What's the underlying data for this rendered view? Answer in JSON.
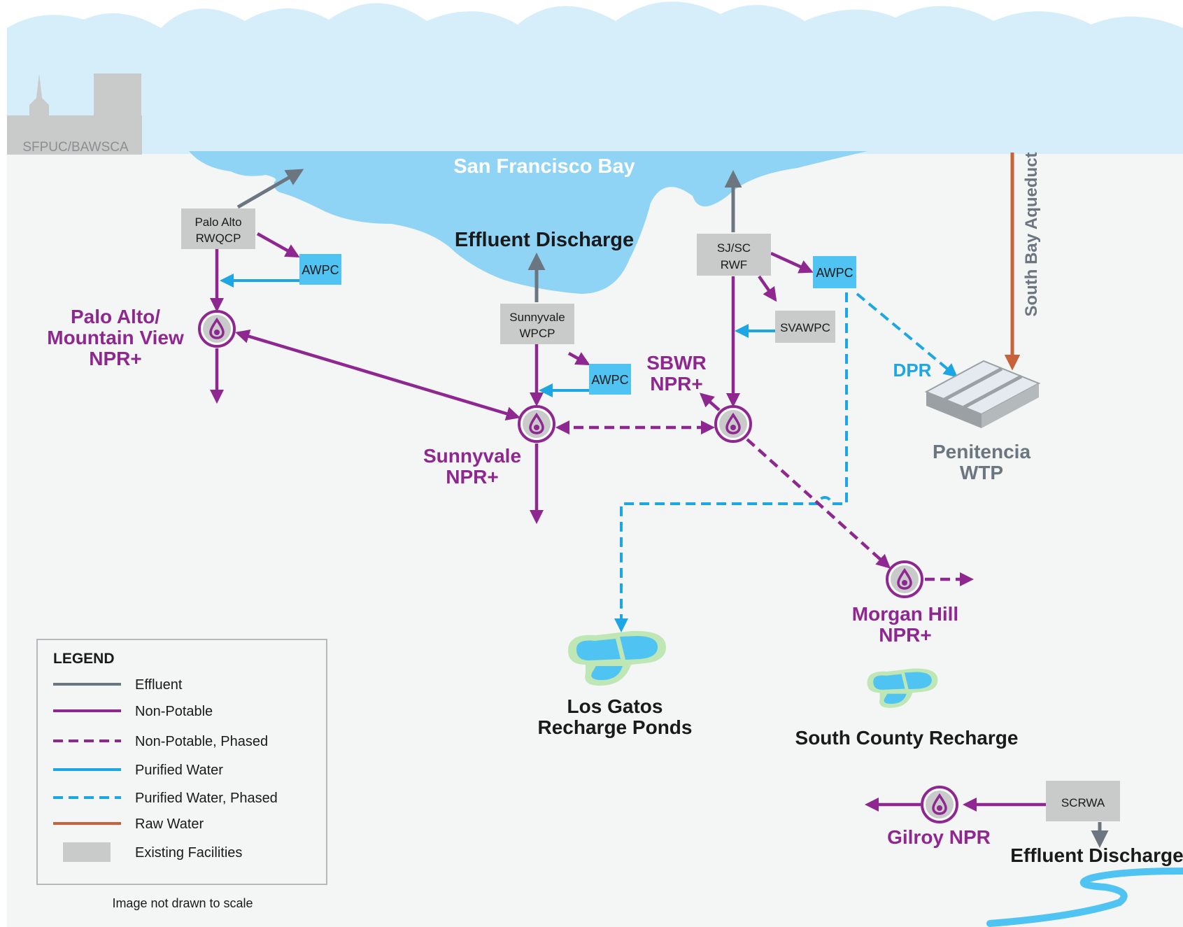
{
  "bay": {
    "title": "San Francisco Bay",
    "effluent_discharge_top": "Effluent Discharge"
  },
  "city": {
    "label": "SFPUC/BAWSCA"
  },
  "aqueduct": {
    "label": "South Bay Aqueduct"
  },
  "facilities": {
    "palo_alto_rwqcp": [
      "Palo Alto",
      "RWQCP"
    ],
    "sunnyvale_wpcp": [
      "Sunnyvale",
      "WPCP"
    ],
    "sjsc_rwf": [
      "SJ/SC",
      "RWF"
    ],
    "svawpc": "SVAWPC",
    "scrwa": "SCRWA",
    "awpc": "AWPC"
  },
  "npr": {
    "palo_alto": [
      "Palo Alto/",
      "Mountain View",
      "NPR+"
    ],
    "sunnyvale": [
      "Sunnyvale",
      "NPR+"
    ],
    "sbwr": [
      "SBWR",
      "NPR+"
    ],
    "morgan_hill": [
      "Morgan Hill",
      "NPR+"
    ],
    "gilroy": "Gilroy NPR"
  },
  "places": {
    "los_gatos": [
      "Los Gatos",
      "Recharge Ponds"
    ],
    "south_county": "South County Recharge",
    "penitencia": [
      "Penitencia",
      "WTP"
    ],
    "effluent_discharge_bottom": "Effluent Discharge",
    "dpr": "DPR"
  },
  "legend": {
    "title": "LEGEND",
    "items": [
      {
        "label": "Effluent",
        "color": "#6b7680",
        "style": "solid"
      },
      {
        "label": "Non-Potable",
        "color": "#8f2790",
        "style": "solid"
      },
      {
        "label": "Non-Potable, Phased",
        "color": "#8f2790",
        "style": "dashed"
      },
      {
        "label": "Purified Water",
        "color": "#1ca6e3",
        "style": "solid"
      },
      {
        "label": "Purified Water, Phased",
        "color": "#1ca6e3",
        "style": "dashed"
      },
      {
        "label": "Raw Water",
        "color": "#c8623a",
        "style": "solid"
      },
      {
        "label": "Existing Facilities",
        "color": "#c8cbca",
        "style": "box"
      }
    ],
    "note": "Image not drawn to scale"
  },
  "colors": {
    "sky": "#d5eefa",
    "bay": "#8fd4f5",
    "ground": "#f4f5f5",
    "facility": "#c8cbca",
    "awpc": "#4fc3f2",
    "effluent": "#6b7680",
    "nonpotable": "#8f2790",
    "purified": "#1ca6e3",
    "raw": "#c8623a"
  }
}
